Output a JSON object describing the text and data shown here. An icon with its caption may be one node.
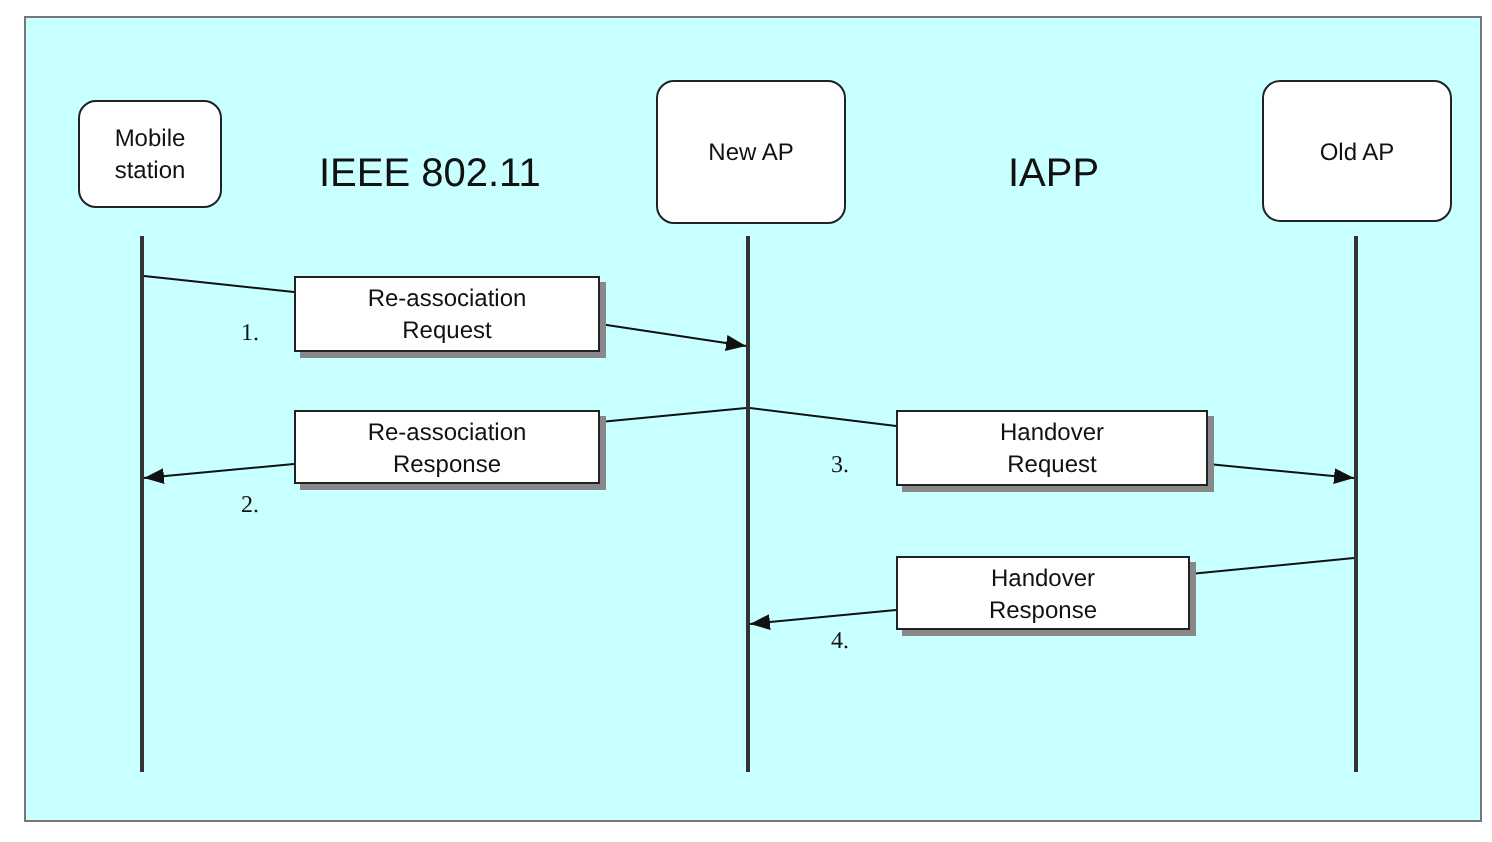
{
  "diagram": {
    "nodes": [
      {
        "text": [
          "Mobile station"
        ]
      },
      {
        "text": [
          "New AP"
        ]
      },
      {
        "text": [
          "Old AP"
        ]
      },
      {
        "text": [],
        "shape": "line"
      },
      {
        "text": [],
        "shape": "line"
      },
      {
        "text": [],
        "shape": "line"
      },
      {
        "text": [
          "Re-association Request"
        ]
      },
      {
        "text": [
          "Re-association Response"
        ]
      },
      {
        "text": [
          "Handover Request"
        ]
      },
      {
        "text": [
          "Handover Response"
        ]
      }
    ],
    "edges": [
      {
        "from": 3,
        "to": 6,
        "arrow": "none"
      },
      {
        "from": 6,
        "to": 4,
        "arrow": "to"
      },
      {
        "from": 4,
        "to": 7,
        "arrow": "none"
      },
      {
        "from": 7,
        "to": 3,
        "arrow": "to"
      },
      {
        "from": 4,
        "to": 8,
        "arrow": "none"
      },
      {
        "from": 8,
        "to": 5,
        "arrow": "to"
      },
      {
        "from": 5,
        "to": 9,
        "arrow": "none"
      },
      {
        "from": 9,
        "to": 4,
        "arrow": "to"
      }
    ],
    "labels": [
      "IEEE 802.11",
      "IAPP",
      "1.",
      "2.",
      "3.",
      "4."
    ]
  }
}
